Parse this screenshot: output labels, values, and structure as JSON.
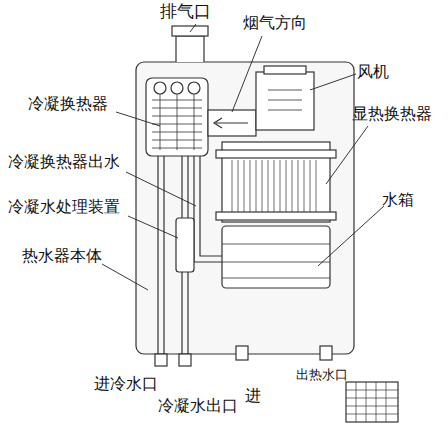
{
  "diagram": {
    "labels": [
      "排气口",
      "烟气方向",
      "风机",
      "冷凝换热器",
      "显热换热器",
      "冷凝换热器出水",
      "水箱",
      "冷凝水处理装置",
      "热水器本体",
      "进冷水口",
      "冷凝水出口",
      "进",
      "出热水口"
    ]
  }
}
